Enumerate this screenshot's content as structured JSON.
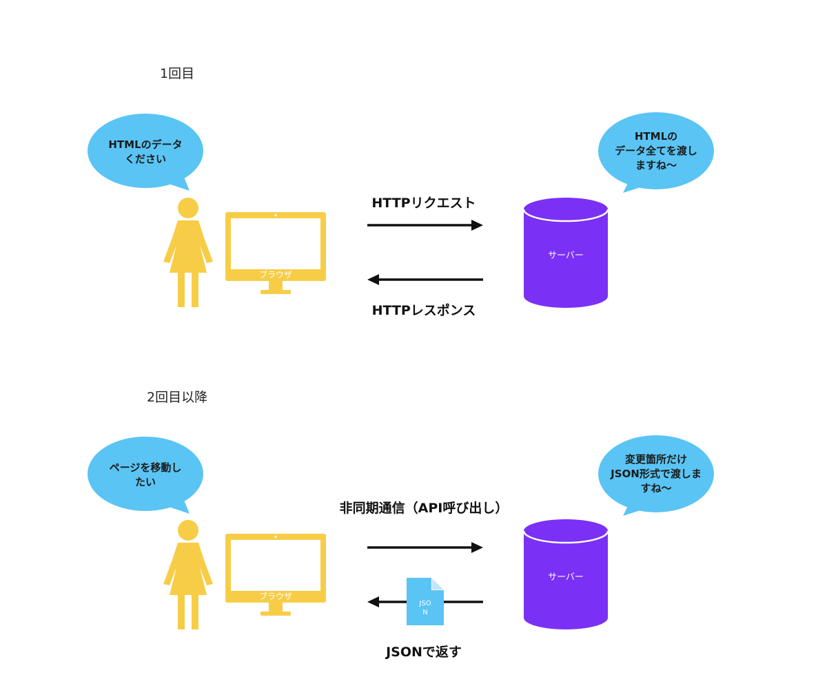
{
  "colors": {
    "bubble": "#5ac4f4",
    "person": "#f7cd47",
    "monitor": "#f7cd47",
    "server": "#7b30f5",
    "json_doc": "#5ac4f4",
    "arrow": "#111111"
  },
  "sections": [
    {
      "label": "1回目",
      "client_bubble": "HTMLのデータ\nください",
      "server_bubble": "HTMLの\nデータ全てを渡し\nますね〜",
      "browser_label": "ブラウザ",
      "server_label": "サーバー",
      "request_label": "HTTPリクエスト",
      "response_label": "HTTPレスポンス"
    },
    {
      "label": "2回目以降",
      "client_bubble": "ページを移動し\nたい",
      "server_bubble": "変更箇所だけ\nJSON形式で渡しま\nすね〜",
      "browser_label": "ブラウザ",
      "server_label": "サーバー",
      "request_label": "非同期通信（API呼び出し）",
      "response_label": "JSONで返す",
      "json_icon_label": "JSO\nN"
    }
  ],
  "icons": [
    "person-icon",
    "monitor-icon",
    "database-icon",
    "json-file-icon",
    "arrow-right-icon",
    "arrow-left-icon",
    "speech-bubble-icon"
  ]
}
